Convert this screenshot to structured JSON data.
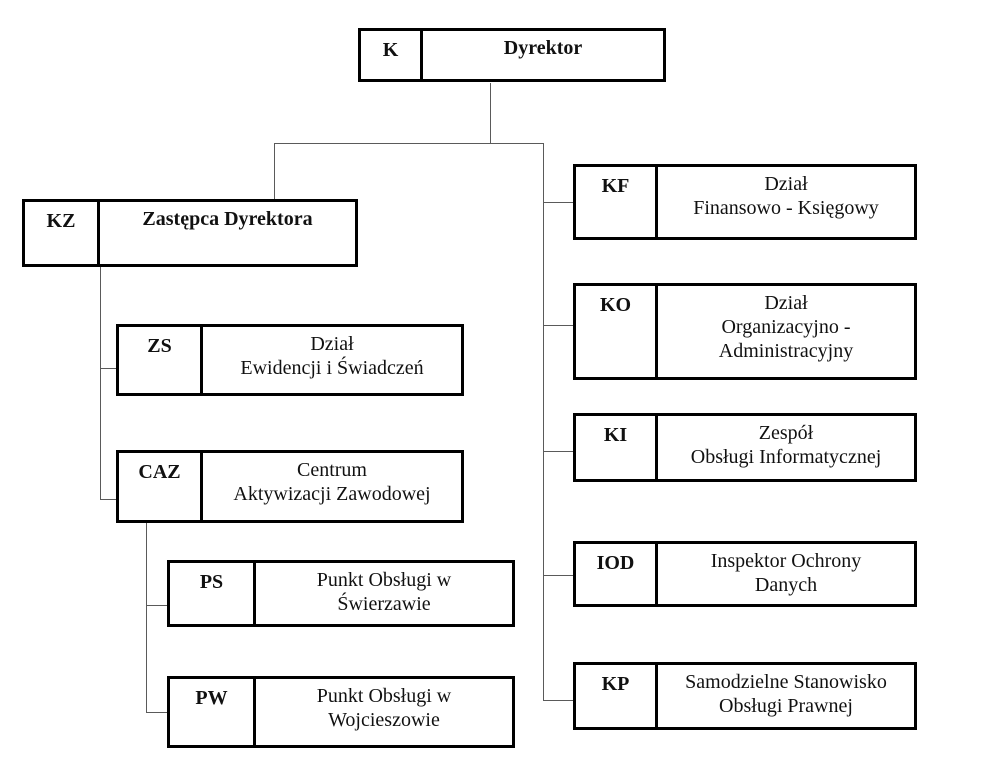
{
  "diagram": {
    "kind": "organizational-chart",
    "language": "pl",
    "colors": {
      "background": "#ffffff",
      "box_border": "#000000",
      "text": "#111111",
      "connector": "#5a5a5a"
    },
    "nodes": {
      "k": {
        "code": "K",
        "lines": [
          "Dyrektor"
        ]
      },
      "kz": {
        "code": "KZ",
        "lines": [
          "Zastępca Dyrektora"
        ]
      },
      "zs": {
        "code": "ZS",
        "lines": [
          "Dział",
          "Ewidencji i Świadczeń"
        ]
      },
      "caz": {
        "code": "CAZ",
        "lines": [
          "Centrum",
          "Aktywizacji Zawodowej"
        ]
      },
      "ps": {
        "code": "PS",
        "lines": [
          "Punkt Obsługi w",
          "Świerzawie"
        ]
      },
      "pw": {
        "code": "PW",
        "lines": [
          "Punkt Obsługi w",
          "Wojcieszowie"
        ]
      },
      "kf": {
        "code": "KF",
        "lines": [
          "Dział",
          "Finansowo - Księgowy"
        ]
      },
      "ko": {
        "code": "KO",
        "lines": [
          "Dział",
          "Organizacyjno -",
          "Administracyjny"
        ]
      },
      "ki": {
        "code": "KI",
        "lines": [
          "Zespół",
          "Obsługi Informatycznej"
        ]
      },
      "iod": {
        "code": "IOD",
        "lines": [
          "Inspektor Ochrony",
          "Danych"
        ]
      },
      "kp": {
        "code": "KP",
        "lines": [
          "Samodzielne Stanowisko",
          "Obsługi Prawnej"
        ]
      }
    },
    "edges": [
      {
        "from": "K",
        "to": "KZ"
      },
      {
        "from": "K",
        "to": "KF"
      },
      {
        "from": "K",
        "to": "KO"
      },
      {
        "from": "K",
        "to": "KI"
      },
      {
        "from": "K",
        "to": "IOD"
      },
      {
        "from": "K",
        "to": "KP"
      },
      {
        "from": "KZ",
        "to": "ZS"
      },
      {
        "from": "KZ",
        "to": "CAZ"
      },
      {
        "from": "CAZ",
        "to": "PS"
      },
      {
        "from": "CAZ",
        "to": "PW"
      }
    ]
  }
}
